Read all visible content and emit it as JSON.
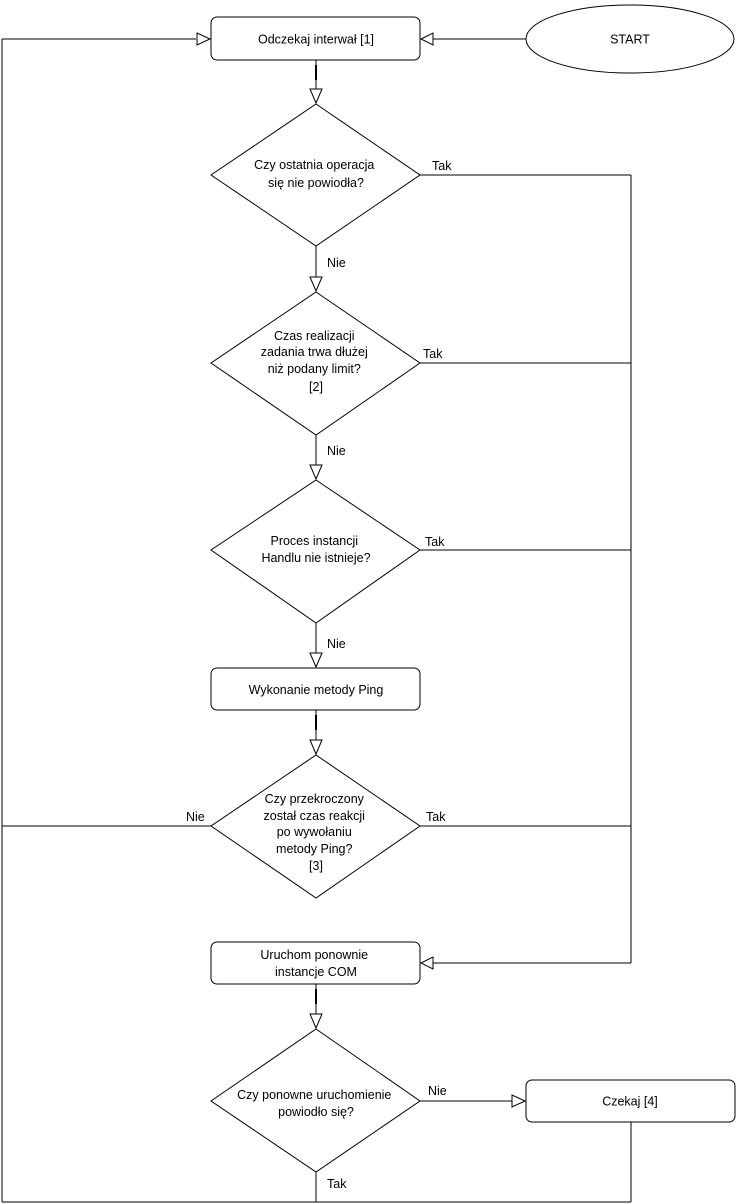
{
  "nodes": {
    "start": "START",
    "wait_interval": "Odczekaj interwał [1]",
    "q_last_failed": [
      "Czy ostatnia operacja",
      "się nie powiodła?"
    ],
    "q_time_limit": [
      "Czas realizacji",
      "zadania trwa dłużej",
      "niż podany limit?",
      "[2]"
    ],
    "q_process": [
      "Proces instancji",
      "Handlu nie istnieje?"
    ],
    "ping": "Wykonanie metody Ping",
    "q_ping_timeout": [
      "Czy przekroczony",
      "został czas reakcji",
      "po wywołaniu",
      "metody Ping?",
      "[3]"
    ],
    "restart": [
      "Uruchom ponownie",
      "instancje COM"
    ],
    "q_restart_ok": [
      "Czy ponowne uruchomienie",
      "powiodło się?"
    ],
    "wait": "Czekaj [4]"
  },
  "labels": {
    "yes": "Tak",
    "no": "Nie"
  }
}
